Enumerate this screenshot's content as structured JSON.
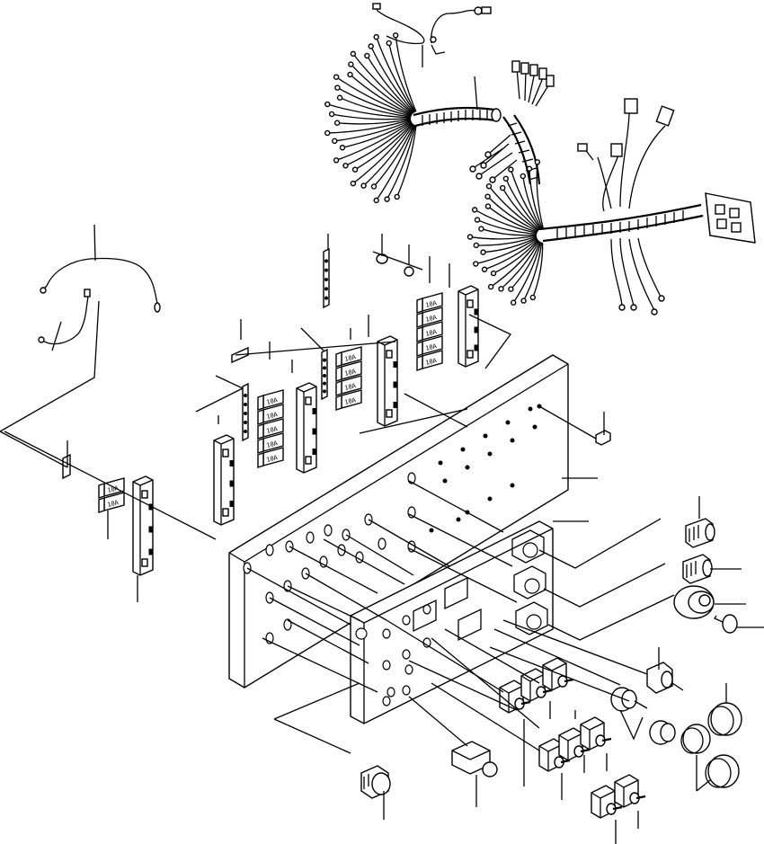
{
  "figure": {
    "subject": "panel-exploded-view",
    "fuse_labels": [
      "10A",
      "10A",
      "10A",
      "10A",
      "10A"
    ],
    "relay_labels": [
      "10A",
      "10A"
    ],
    "colors": {
      "line": "#000000",
      "background": "#ffffff"
    }
  }
}
